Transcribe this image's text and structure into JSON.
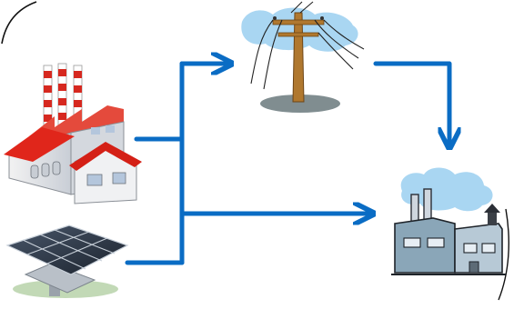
{
  "diagram": {
    "nodes": [
      {
        "id": "power-plant",
        "icon": "factory-icon"
      },
      {
        "id": "solar-panels",
        "icon": "solar-panel-icon"
      },
      {
        "id": "utility-pole",
        "icon": "power-line-icon"
      },
      {
        "id": "consumer-plant",
        "icon": "industrial-building-icon"
      }
    ],
    "edges": [
      {
        "from": "power-plant",
        "to": "utility-pole"
      },
      {
        "from": "solar-panels",
        "to": "utility-pole"
      },
      {
        "from": "power-plant",
        "to": "consumer-plant"
      },
      {
        "from": "solar-panels",
        "to": "consumer-plant"
      },
      {
        "from": "utility-pole",
        "to": "consumer-plant"
      }
    ]
  },
  "colors": {
    "connector": "#0a6cc4",
    "factory_roof": "#e0261b",
    "chimney_red": "#d6281f",
    "sky_blue": "#a9d6f2",
    "panel_dark": "#2a3340"
  }
}
